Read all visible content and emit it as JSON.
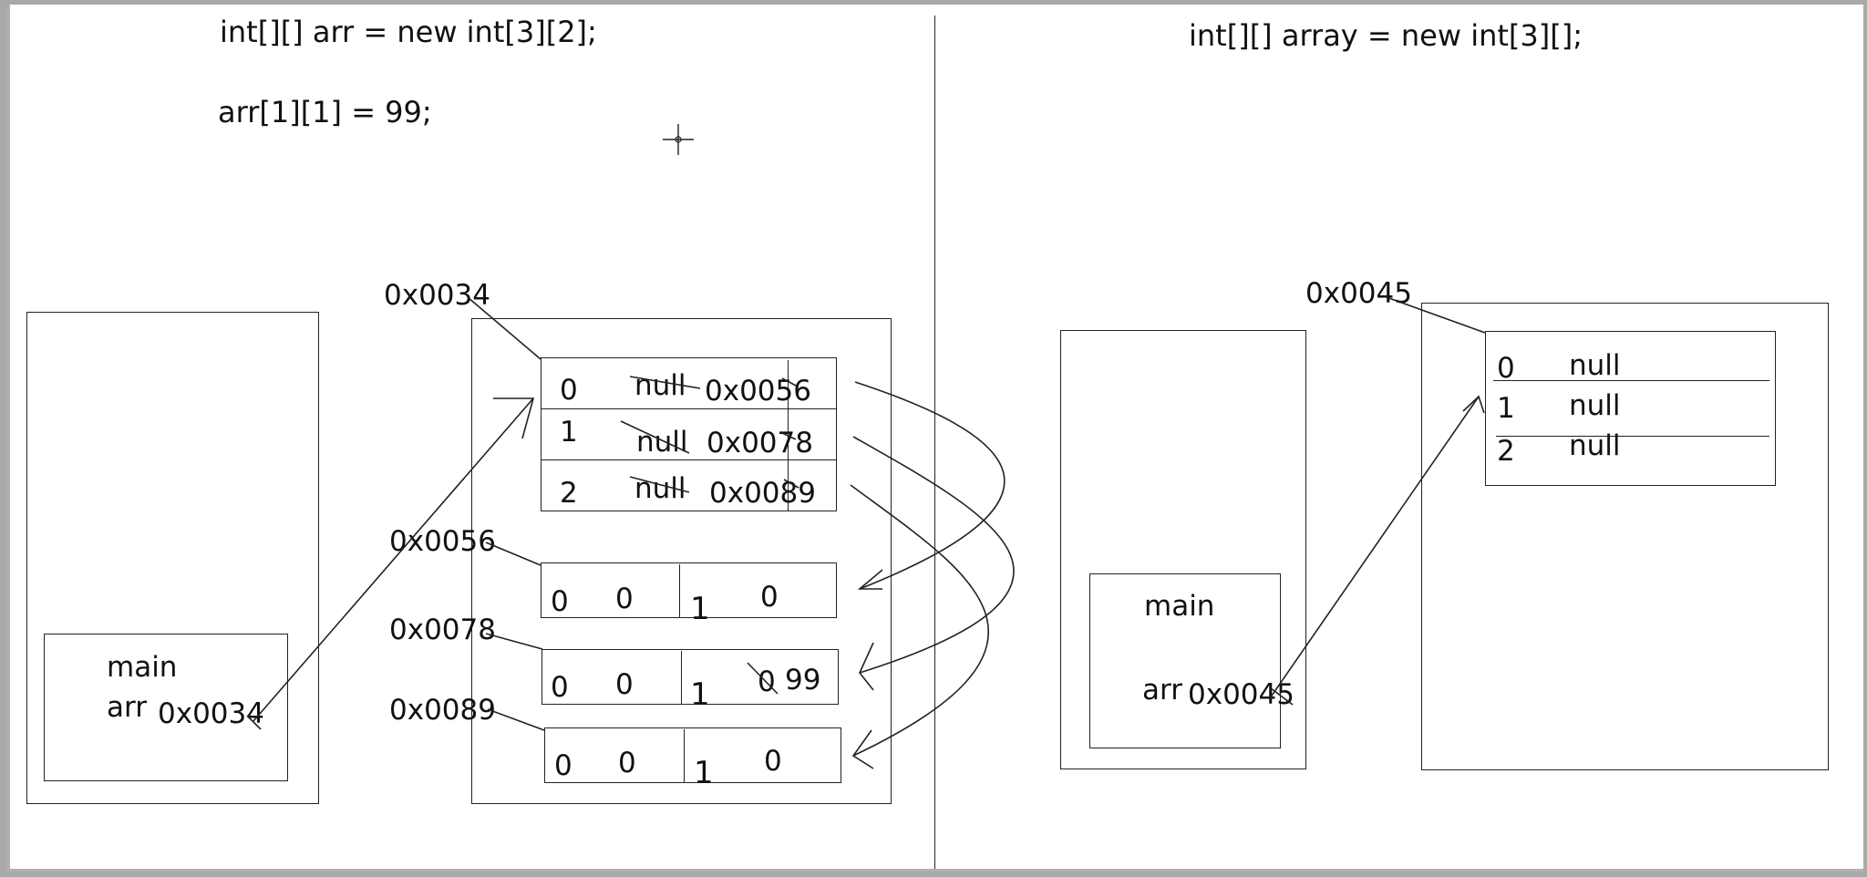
{
  "left_panel": {
    "code_line1": "int[][] arr = new int[3][2];",
    "code_line2": "arr[1][1] = 99;",
    "stack": {
      "frame_label": "main",
      "var_name": "arr",
      "var_value": "0x0034"
    },
    "heap": {
      "outer_address": "0x0034",
      "outer_rows": [
        {
          "index": "0",
          "old": "null",
          "ref": "0x0056"
        },
        {
          "index": "1",
          "old": "null",
          "ref": "0x0078"
        },
        {
          "index": "2",
          "old": "null",
          "ref": "0x0089"
        }
      ],
      "inner_arrays": [
        {
          "address": "0x0056",
          "cells": [
            {
              "index": "0",
              "value": "0"
            },
            {
              "index": "1",
              "value": "0"
            }
          ]
        },
        {
          "address": "0x0078",
          "cells": [
            {
              "index": "0",
              "value": "0"
            },
            {
              "index": "1",
              "old_value": "0",
              "value": "99"
            }
          ]
        },
        {
          "address": "0x0089",
          "cells": [
            {
              "index": "0",
              "value": "0"
            },
            {
              "index": "1",
              "value": "0"
            }
          ]
        }
      ]
    }
  },
  "right_panel": {
    "code_line1": "int[][] array = new int[3][];",
    "stack": {
      "frame_label": "main",
      "var_name": "arr",
      "var_value": "0x0045"
    },
    "heap": {
      "outer_address": "0x0045",
      "outer_rows": [
        {
          "index": "0",
          "value": "null"
        },
        {
          "index": "1",
          "value": "null"
        },
        {
          "index": "2",
          "value": "null"
        }
      ]
    }
  },
  "icons": {
    "cursor": "crosshair-cursor-icon"
  }
}
